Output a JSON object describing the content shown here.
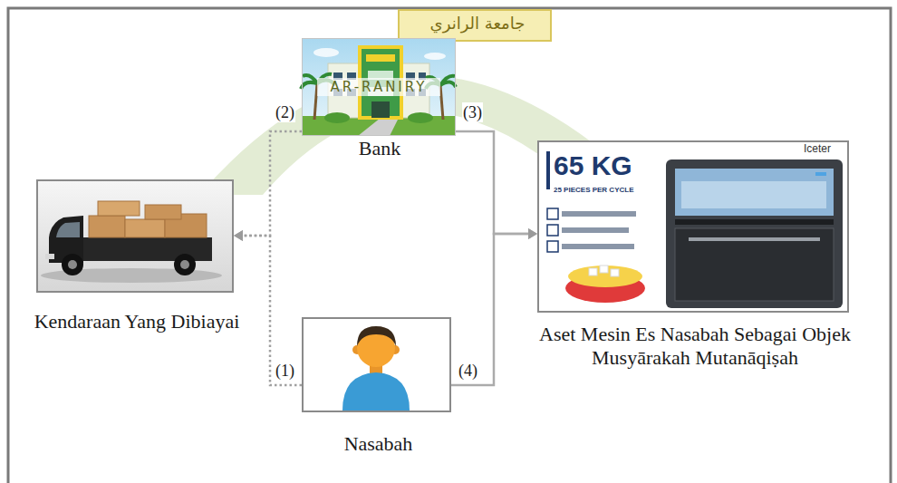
{
  "diagram": {
    "nodes": [
      {
        "text": [
          "Bank"
        ]
      },
      {
        "text": [
          "Kendaraan Yang Dibiayai"
        ]
      },
      {
        "text": [
          "Aset Mesin Es Nasabah Sebagai Objek Musyārakah Mutanāqiṣah"
        ]
      },
      {
        "text": [
          "Nasabah"
        ]
      }
    ],
    "edges": [
      {
        "from": 3,
        "to": 1,
        "label": "(1)",
        "arrow": "to"
      },
      {
        "from": 0,
        "to": 1,
        "label": "(2)",
        "arrow": "to"
      },
      {
        "from": 0,
        "to": 2,
        "label": "(3)",
        "arrow": "to"
      },
      {
        "from": 3,
        "to": 2,
        "label": "(4)",
        "arrow": "to"
      }
    ],
    "labels": [
      "جامعة الرانري",
      "AR-RANIRY",
      "65 KG",
      "25 PIECES PER CYCLE",
      "Iceter"
    ]
  }
}
